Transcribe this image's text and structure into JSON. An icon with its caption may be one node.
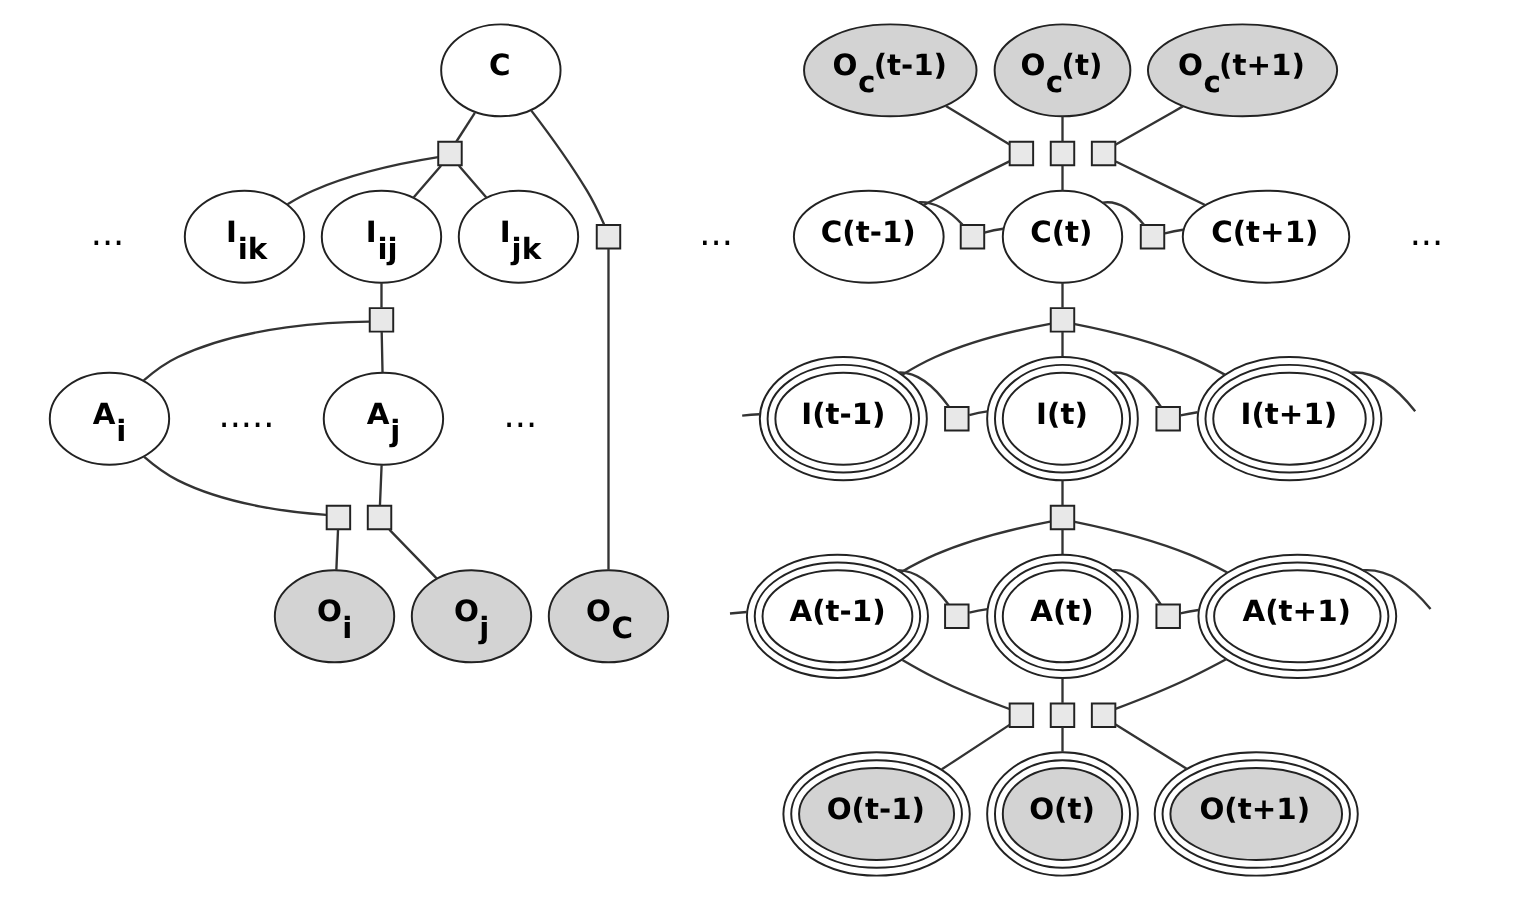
{
  "diagram": {
    "nodes": [
      {
        "text": [
          "C"
        ]
      },
      {
        "text": [],
        "shape": "box"
      },
      {
        "text": [
          "I$_{ik}$"
        ]
      },
      {
        "text": [
          "I$_{ij}$"
        ]
      },
      {
        "text": [
          "I$_{jk}$"
        ]
      },
      {
        "text": [],
        "shape": "box"
      },
      {
        "text": [],
        "shape": "box"
      },
      {
        "text": [
          "A$_{i}$"
        ]
      },
      {
        "text": [
          "A$_{j}$"
        ]
      },
      {
        "text": [],
        "shape": "box"
      },
      {
        "text": [],
        "shape": "box"
      },
      {
        "text": [
          "O$_{i}$"
        ]
      },
      {
        "text": [
          "O$_{j}$"
        ]
      },
      {
        "text": [
          "O$_{C}$"
        ]
      },
      {
        "text": [
          "O$_{c}$(t-1)"
        ]
      },
      {
        "text": [
          "O$_{c}$(t)"
        ]
      },
      {
        "text": [
          "O$_{c}$(t+1)"
        ]
      },
      {
        "text": [],
        "shape": "box"
      },
      {
        "text": [],
        "shape": "box"
      },
      {
        "text": [],
        "shape": "box"
      },
      {
        "text": [
          "C(t-1)"
        ]
      },
      {
        "text": [],
        "shape": "box"
      },
      {
        "text": [
          "C(t)"
        ]
      },
      {
        "text": [],
        "shape": "box"
      },
      {
        "text": [
          "C(t+1)"
        ]
      },
      {
        "text": [],
        "shape": "box"
      },
      {
        "text": [
          "I(t-1)"
        ]
      },
      {
        "text": [],
        "shape": "box"
      },
      {
        "text": [
          "I(t)"
        ]
      },
      {
        "text": [],
        "shape": "box"
      },
      {
        "text": [
          "I(t+1)"
        ]
      },
      {
        "text": [],
        "shape": "box"
      },
      {
        "text": [
          "A(t-1)"
        ]
      },
      {
        "text": [],
        "shape": "box"
      },
      {
        "text": [
          "A(t)"
        ]
      },
      {
        "text": [],
        "shape": "box"
      },
      {
        "text": [
          "A(t+1)"
        ]
      },
      {
        "text": [],
        "shape": "box"
      },
      {
        "text": [],
        "shape": "box"
      },
      {
        "text": [],
        "shape": "box"
      },
      {
        "text": [
          "O(t-1)"
        ]
      },
      {
        "text": [
          "O(t)"
        ]
      },
      {
        "text": [
          "O(t+1)"
        ]
      }
    ],
    "edges": [
      {
        "from": 0,
        "to": 1,
        "arrow": "none"
      },
      {
        "from": 1,
        "to": 2,
        "arrow": "none"
      },
      {
        "from": 1,
        "to": 3,
        "arrow": "none"
      },
      {
        "from": 1,
        "to": 4,
        "arrow": "none"
      },
      {
        "from": 0,
        "to": 5,
        "arrow": "none"
      },
      {
        "from": 5,
        "to": 13,
        "arrow": "none"
      },
      {
        "from": 3,
        "to": 6,
        "arrow": "none"
      },
      {
        "from": 6,
        "to": 7,
        "arrow": "none"
      },
      {
        "from": 6,
        "to": 8,
        "arrow": "none"
      },
      {
        "from": 7,
        "to": 9,
        "arrow": "none"
      },
      {
        "from": 9,
        "to": 11,
        "arrow": "none"
      },
      {
        "from": 8,
        "to": 10,
        "arrow": "none"
      },
      {
        "from": 10,
        "to": 12,
        "arrow": "none"
      },
      {
        "from": 14,
        "to": 17,
        "arrow": "none"
      },
      {
        "from": 17,
        "to": 20,
        "arrow": "none"
      },
      {
        "from": 15,
        "to": 18,
        "arrow": "none"
      },
      {
        "from": 18,
        "to": 22,
        "arrow": "none"
      },
      {
        "from": 16,
        "to": 19,
        "arrow": "none"
      },
      {
        "from": 19,
        "to": 24,
        "arrow": "none"
      },
      {
        "from": 20,
        "to": 21,
        "arrow": "none"
      },
      {
        "from": 21,
        "to": 22,
        "arrow": "none"
      },
      {
        "from": 22,
        "to": 23,
        "arrow": "none"
      },
      {
        "from": 23,
        "to": 24,
        "arrow": "none"
      },
      {
        "from": 22,
        "to": 25,
        "arrow": "none"
      },
      {
        "from": 25,
        "to": 26,
        "arrow": "none"
      },
      {
        "from": 25,
        "to": 28,
        "arrow": "none"
      },
      {
        "from": 25,
        "to": 30,
        "arrow": "none"
      },
      {
        "from": null,
        "to": 26,
        "arrow": "none"
      },
      {
        "from": 26,
        "to": 27,
        "arrow": "none"
      },
      {
        "from": 27,
        "to": 28,
        "arrow": "none"
      },
      {
        "from": 28,
        "to": 29,
        "arrow": "none"
      },
      {
        "from": 29,
        "to": 30,
        "arrow": "none"
      },
      {
        "from": 30,
        "to": null,
        "arrow": "none"
      },
      {
        "from": 28,
        "to": 31,
        "arrow": "none"
      },
      {
        "from": 31,
        "to": 32,
        "arrow": "none"
      },
      {
        "from": 31,
        "to": 34,
        "arrow": "none"
      },
      {
        "from": 31,
        "to": 36,
        "arrow": "none"
      },
      {
        "from": null,
        "to": 32,
        "arrow": "none"
      },
      {
        "from": 32,
        "to": 33,
        "arrow": "none"
      },
      {
        "from": 33,
        "to": 34,
        "arrow": "none"
      },
      {
        "from": 34,
        "to": 35,
        "arrow": "none"
      },
      {
        "from": 35,
        "to": 36,
        "arrow": "none"
      },
      {
        "from": 36,
        "to": null,
        "arrow": "none"
      },
      {
        "from": 32,
        "to": 37,
        "arrow": "none"
      },
      {
        "from": 37,
        "to": 40,
        "arrow": "none"
      },
      {
        "from": 34,
        "to": 38,
        "arrow": "none"
      },
      {
        "from": 38,
        "to": 41,
        "arrow": "none"
      },
      {
        "from": 36,
        "to": 39,
        "arrow": "none"
      },
      {
        "from": 39,
        "to": 42,
        "arrow": "none"
      }
    ],
    "labels": [
      "...",
      ".....",
      "...",
      "...",
      "..."
    ]
  }
}
